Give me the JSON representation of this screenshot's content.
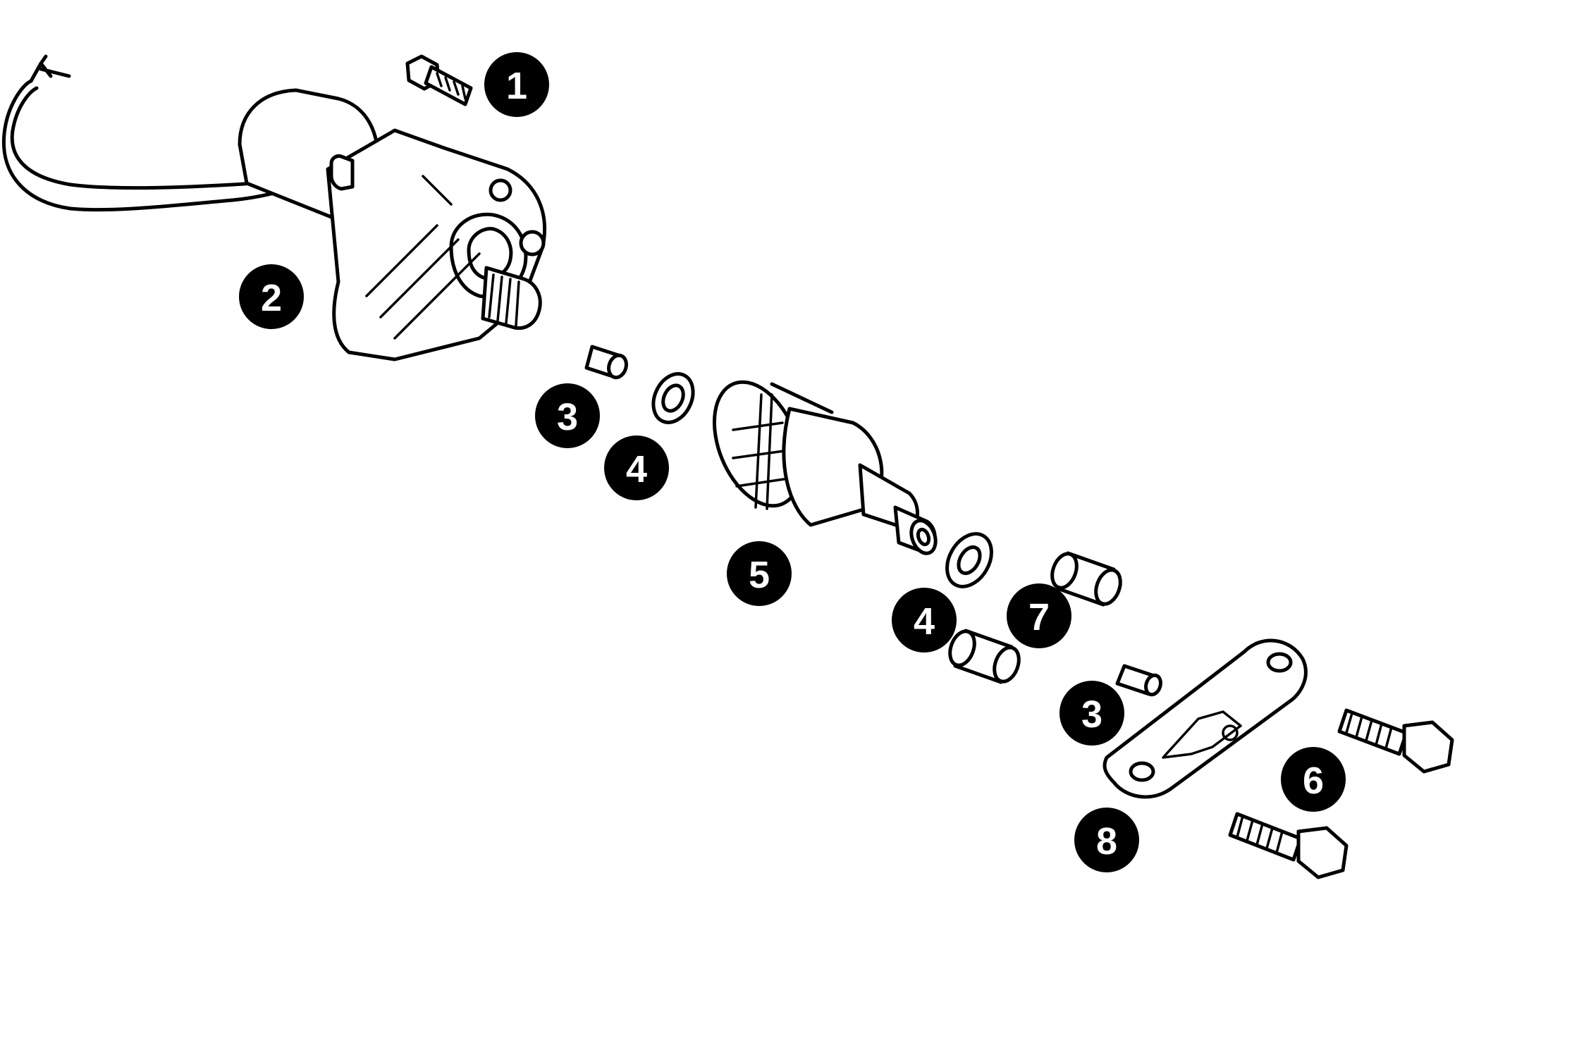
{
  "diagram": {
    "callouts": [
      {
        "id": "c1",
        "label": "1"
      },
      {
        "id": "c2",
        "label": "2"
      },
      {
        "id": "c3a",
        "label": "3"
      },
      {
        "id": "c4a",
        "label": "4"
      },
      {
        "id": "c5",
        "label": "5"
      },
      {
        "id": "c4b",
        "label": "4"
      },
      {
        "id": "c7",
        "label": "7"
      },
      {
        "id": "c3b",
        "label": "3"
      },
      {
        "id": "c6",
        "label": "6"
      },
      {
        "id": "c8",
        "label": "8"
      }
    ],
    "colors": {
      "line": "#000000",
      "background": "#ffffff",
      "callout_fill": "#000000",
      "callout_text": "#ffffff"
    }
  }
}
